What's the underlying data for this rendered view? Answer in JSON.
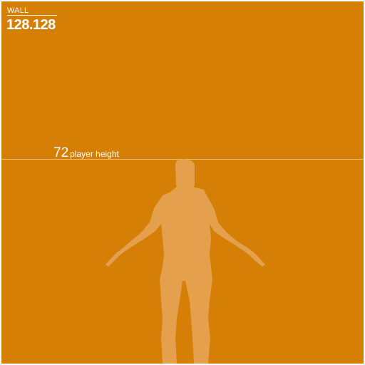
{
  "texture": {
    "category": "WALL",
    "dimensions": "128.128",
    "background_color": "#d57f06",
    "foreground_color": "#ffffff"
  },
  "player_reference": {
    "value": "72",
    "label": "player height",
    "silhouette_color": "#e4a04c",
    "icon": "player-silhouette-icon"
  }
}
